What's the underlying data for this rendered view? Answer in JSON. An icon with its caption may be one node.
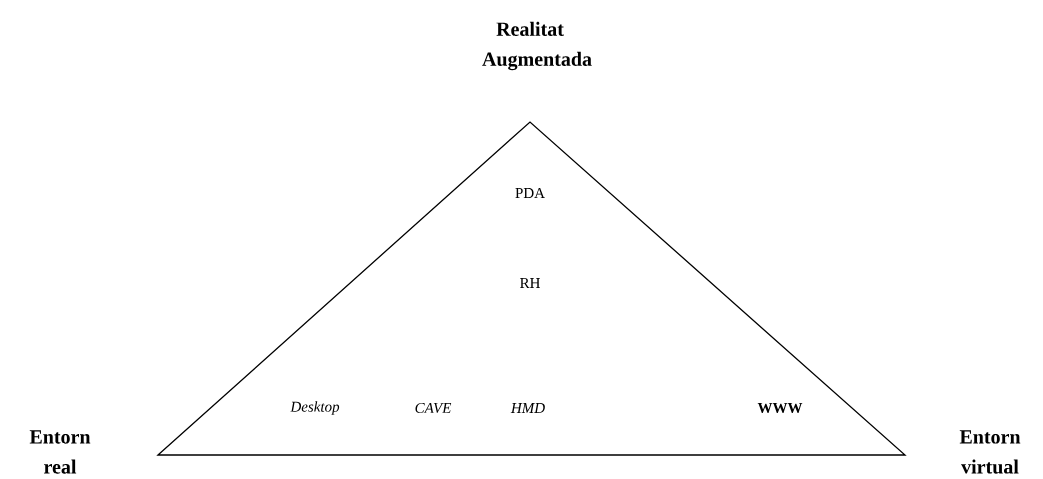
{
  "diagram": {
    "nodes": [
      {
        "text": [
          "PDA",
          "RH",
          "Desktop",
          "CAVE",
          "HMD",
          "WWW"
        ]
      }
    ],
    "labels": [
      "Realitat Augmentada",
      "Entorn real",
      "Entorn virtual"
    ]
  }
}
